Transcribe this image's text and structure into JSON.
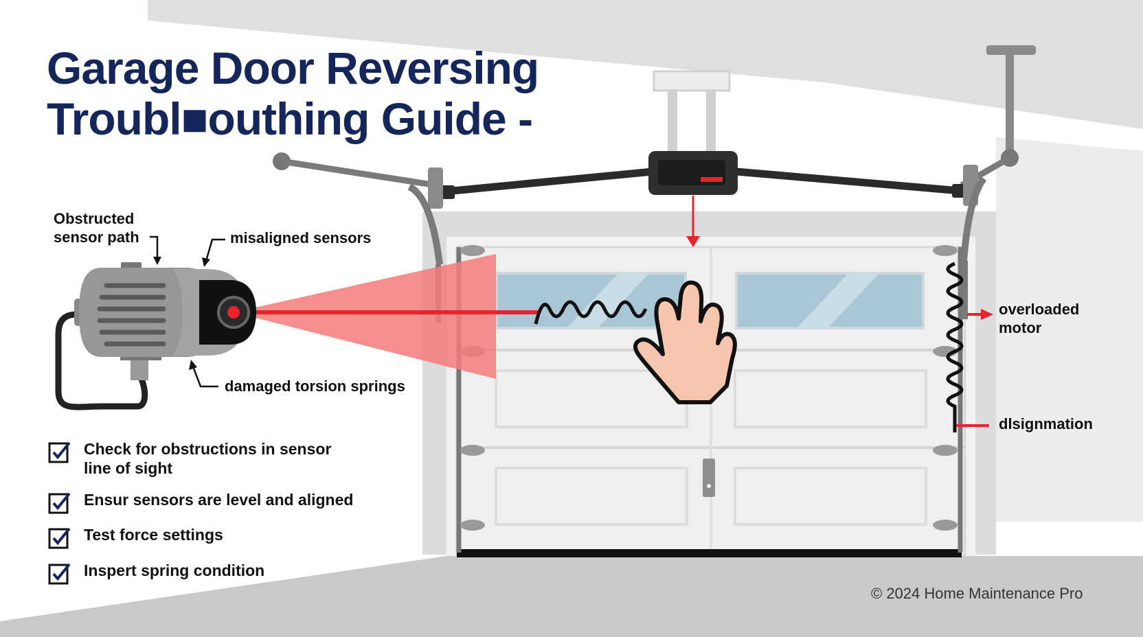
{
  "title": {
    "line1": "Garage Door Reversing",
    "line2": "Troubl■outhing Guide -"
  },
  "callouts": {
    "obstructed_line1": "Obstructed",
    "obstructed_line2": "sensor path",
    "misaligned": "misaligned sensors",
    "damaged": "damaged torsion springs",
    "overloaded_line1": "overloaded",
    "overloaded_line2": "motor",
    "disign": "dlsignmation"
  },
  "checklist": [
    {
      "line1": "Check for obstructions in sensor",
      "line2": "line of sight",
      "checked": true
    },
    {
      "line1": "Ensur sensors are level and aligned",
      "line2": "",
      "checked": true
    },
    {
      "line1": "Test force settings",
      "line2": "",
      "checked": true
    },
    {
      "line1": "Inspert spring condition",
      "line2": "",
      "checked": true
    }
  ],
  "copyright": "© 2024 Home Maintenance Pro",
  "colors": {
    "title": "#15275a",
    "accent_red": "#e8232b",
    "beam": "#f47a7a",
    "door": "#ececec",
    "window": "#a9c6d4",
    "skin": "#f6c5ad"
  },
  "icons": {
    "sensor": "safety-sensor-icon",
    "hand": "hand-obstruction-icon",
    "opener": "garage-opener-icon",
    "check": "checkbox-checked-icon"
  }
}
